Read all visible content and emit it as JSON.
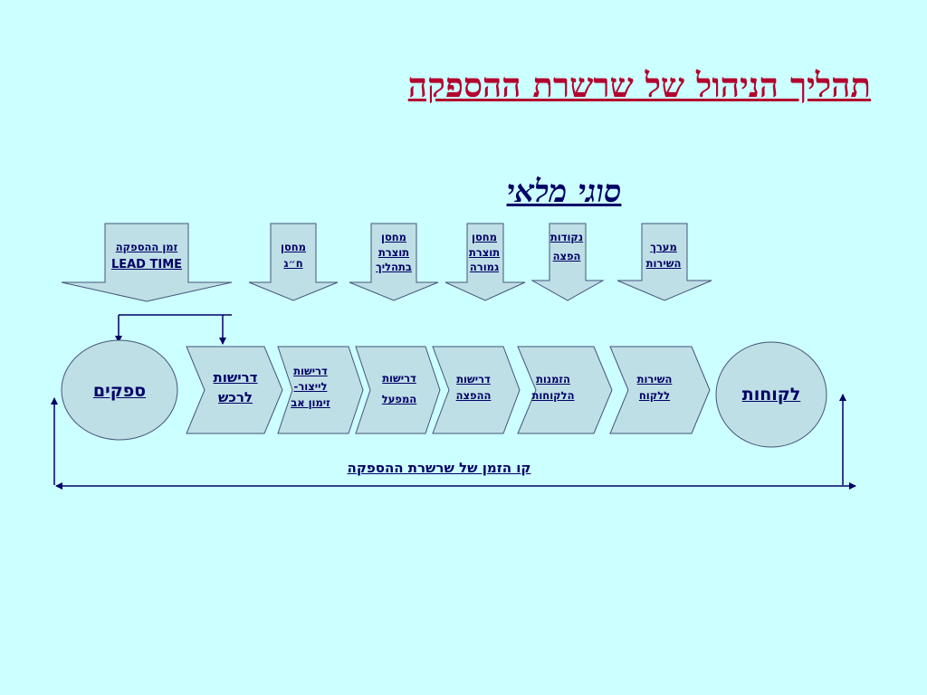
{
  "title": "תהליך הניהול של שרשרת ההספקה",
  "subtitle": "סוגי מלאי",
  "inventory_arrows": [
    {
      "line1": "זמן ההספקה",
      "line2": "LEAD TIME",
      "line3": ""
    },
    {
      "line1": "מחסן",
      "line2": "ח״ג",
      "line3": ""
    },
    {
      "line1": "מחסן",
      "line2": "תוצרת",
      "line3": "בתהליך"
    },
    {
      "line1": "מחסן",
      "line2": "תוצרת",
      "line3": "גמורה"
    },
    {
      "line1": "נקודות",
      "line2": "הפצה",
      "line3": ""
    },
    {
      "line1": "מערך",
      "line2": "השירות",
      "line3": ""
    }
  ],
  "suppliers": "ספקים",
  "customers": "לקוחות",
  "chain_steps": [
    {
      "line1": "דרישות",
      "line2": "לרכש",
      "line3": ""
    },
    {
      "line1": "דרישות",
      "line2": "לייצור-",
      "line3": "זימון אב"
    },
    {
      "line1": "דרישות",
      "line2": "המפעל",
      "line3": ""
    },
    {
      "line1": "דרישות",
      "line2": "ההפצה",
      "line3": ""
    },
    {
      "line1": "הזמנות",
      "line2": "הלקוחות",
      "line3": ""
    },
    {
      "line1": "השירות",
      "line2": "ללקוח",
      "line3": ""
    }
  ],
  "timeline_label": "קו הזמן של שרשרת ההספקה",
  "colors": {
    "background": "#ccffff",
    "shape_fill": "#bfdfe6",
    "line": "#000066",
    "title": "#b3002d"
  }
}
